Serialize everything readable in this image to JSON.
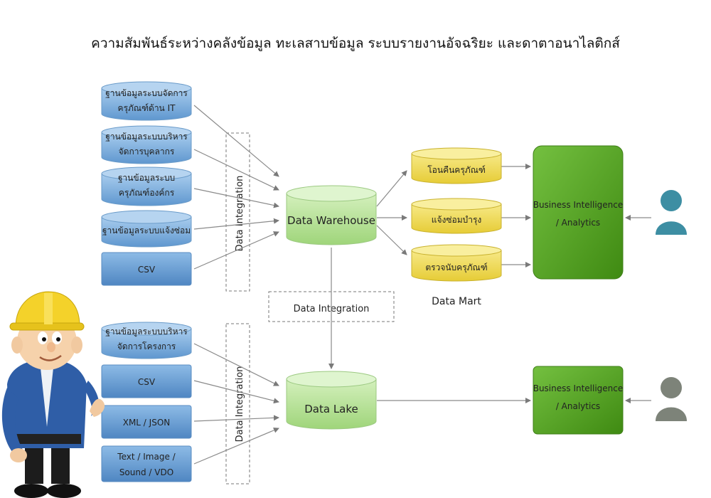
{
  "title": "ความสัมพันธ์ระหว่างคลังข้อมูล ทะเลสาบข้อมูล ระบบรายงานอัจฉริยะ และดาตาอนาไลติกส์",
  "top_sources": [
    {
      "line1": "ฐานข้อมูลระบบจัดการ",
      "line2": "ครุภัณฑ์ด้าน IT"
    },
    {
      "line1": "ฐานข้อมูลระบบบริหาร",
      "line2": "จัดการบุคลากร"
    },
    {
      "line1": "ฐานข้อมูลระบบ",
      "line2": "ครุภัณฑ์องค์กร"
    },
    {
      "line1": "ฐานข้อมูลระบบแจ้งซ่อม",
      "line2": ""
    },
    {
      "line1": "CSV",
      "line2": ""
    }
  ],
  "bottom_sources": [
    {
      "line1": "ฐานข้อมูลระบบบริหาร",
      "line2": "จัดการโครงการ"
    },
    {
      "line1": "CSV",
      "line2": ""
    },
    {
      "line1": "XML / JSON",
      "line2": ""
    },
    {
      "line1": "Text / Image /",
      "line2": "Sound / VDO"
    }
  ],
  "data_integration_label": "Data Integration",
  "data_warehouse": "Data Warehouse",
  "data_lake": "Data Lake",
  "data_marts": [
    "โอนคืนครุภัณฑ์",
    "แจ้งซ่อมบำรุง",
    "ตรวจนับครุภัณฑ์"
  ],
  "data_mart_label": "Data Mart",
  "bi_top": {
    "line1": "Business Intelligence",
    "line2": "/ Analytics"
  },
  "bi_bottom": {
    "line1": "Business Intelligence",
    "line2": "/ Analytics"
  },
  "colors": {
    "db_blue": "#7fb0de",
    "db_green": "#b8e39a",
    "db_yellow": "#f2dd5a",
    "bi_green": "#4f9a1e",
    "user_teal": "#3d8ea3",
    "user_gray": "#7d8379"
  },
  "icons": [
    "user-icon",
    "worker-mascot-icon"
  ]
}
